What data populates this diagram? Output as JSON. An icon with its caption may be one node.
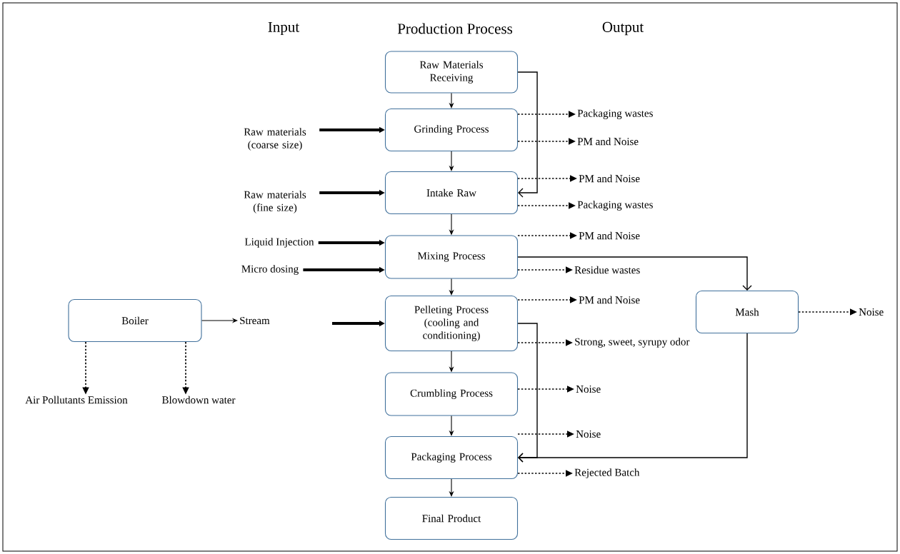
{
  "diagram": {
    "nodes": [
      {
        "text": [
          "Raw Materials Receiving"
        ]
      },
      {
        "text": [
          "Grinding Process"
        ]
      },
      {
        "text": [
          "Intake Raw"
        ]
      },
      {
        "text": [
          "Mixing Process"
        ]
      },
      {
        "text": [
          "Pelleting Process (cooling and conditioning)"
        ]
      },
      {
        "text": [
          "Crumbling Process"
        ]
      },
      {
        "text": [
          "Packaging Process"
        ]
      },
      {
        "text": [
          "Final Product"
        ]
      },
      {
        "text": [
          "Boiler"
        ]
      },
      {
        "text": [
          "Mash"
        ]
      },
      {
        "text": [
          "Raw materials (coarse size)"
        ]
      },
      {
        "text": [
          "Raw materials (fine size)"
        ]
      },
      {
        "text": [
          "Liquid Injection"
        ]
      },
      {
        "text": [
          "Micro dosing"
        ]
      },
      {
        "text": [
          "Stream"
        ]
      },
      {
        "text": [
          "Packaging wastes"
        ]
      },
      {
        "text": [
          "PM and Noise"
        ]
      },
      {
        "text": [
          "PM and Noise"
        ]
      },
      {
        "text": [
          "Packaging wastes"
        ]
      },
      {
        "text": [
          "PM and Noise"
        ]
      },
      {
        "text": [
          "Residue wastes"
        ]
      },
      {
        "text": [
          "PM and Noise"
        ]
      },
      {
        "text": [
          "Strong, sweet, syrupy odor"
        ]
      },
      {
        "text": [
          "Noise"
        ]
      },
      {
        "text": [
          "Noise"
        ]
      },
      {
        "text": [
          "Rejected Batch"
        ]
      },
      {
        "text": [
          "Noise"
        ]
      },
      {
        "text": [
          "Air Pollutants Emission"
        ]
      },
      {
        "text": [
          "Blowdown water"
        ]
      }
    ],
    "edges": [
      {
        "from": 0,
        "to": 1,
        "arrow": "to"
      },
      {
        "from": 1,
        "to": 2,
        "arrow": "to"
      },
      {
        "from": 2,
        "to": 3,
        "arrow": "to"
      },
      {
        "from": 3,
        "to": 4,
        "arrow": "to"
      },
      {
        "from": 4,
        "to": 5,
        "arrow": "to"
      },
      {
        "from": 5,
        "to": 6,
        "arrow": "to"
      },
      {
        "from": 6,
        "to": 7,
        "arrow": "to"
      },
      {
        "from": 0,
        "to": 2,
        "arrow": "to"
      },
      {
        "from": 3,
        "to": 9,
        "arrow": "to"
      },
      {
        "from": 4,
        "to": 6,
        "arrow": "to"
      },
      {
        "from": 9,
        "to": 6,
        "arrow": "to"
      },
      {
        "from": 10,
        "to": 1,
        "arrow": "to",
        "style": "thick"
      },
      {
        "from": 11,
        "to": 2,
        "arrow": "to",
        "style": "thick"
      },
      {
        "from": 12,
        "to": 3,
        "arrow": "to",
        "style": "thick"
      },
      {
        "from": 13,
        "to": 3,
        "arrow": "to",
        "style": "thick"
      },
      {
        "from": null,
        "to": 4,
        "arrow": "to",
        "style": "thick"
      },
      {
        "from": 8,
        "to": 14,
        "arrow": "to"
      },
      {
        "from": 1,
        "to": 15,
        "arrow": "to",
        "style": "dashed"
      },
      {
        "from": 1,
        "to": 16,
        "arrow": "to",
        "style": "dashed"
      },
      {
        "from": 2,
        "to": 17,
        "arrow": "to",
        "style": "dashed"
      },
      {
        "from": 2,
        "to": 18,
        "arrow": "to",
        "style": "dashed"
      },
      {
        "from": 3,
        "to": 19,
        "arrow": "to",
        "style": "dashed"
      },
      {
        "from": 3,
        "to": 20,
        "arrow": "to",
        "style": "dashed"
      },
      {
        "from": 4,
        "to": 21,
        "arrow": "to",
        "style": "dashed"
      },
      {
        "from": 4,
        "to": 22,
        "arrow": "to",
        "style": "dashed"
      },
      {
        "from": 5,
        "to": 23,
        "arrow": "to",
        "style": "dashed"
      },
      {
        "from": 6,
        "to": 24,
        "arrow": "to",
        "style": "dashed"
      },
      {
        "from": 6,
        "to": 25,
        "arrow": "to",
        "style": "dashed"
      },
      {
        "from": 9,
        "to": 26,
        "arrow": "to",
        "style": "dashed"
      },
      {
        "from": 8,
        "to": 27,
        "arrow": "to",
        "style": "dashed"
      },
      {
        "from": 8,
        "to": 28,
        "arrow": "to",
        "style": "dashed"
      }
    ],
    "labels": [
      "Input",
      "Production Process",
      "Output"
    ]
  }
}
